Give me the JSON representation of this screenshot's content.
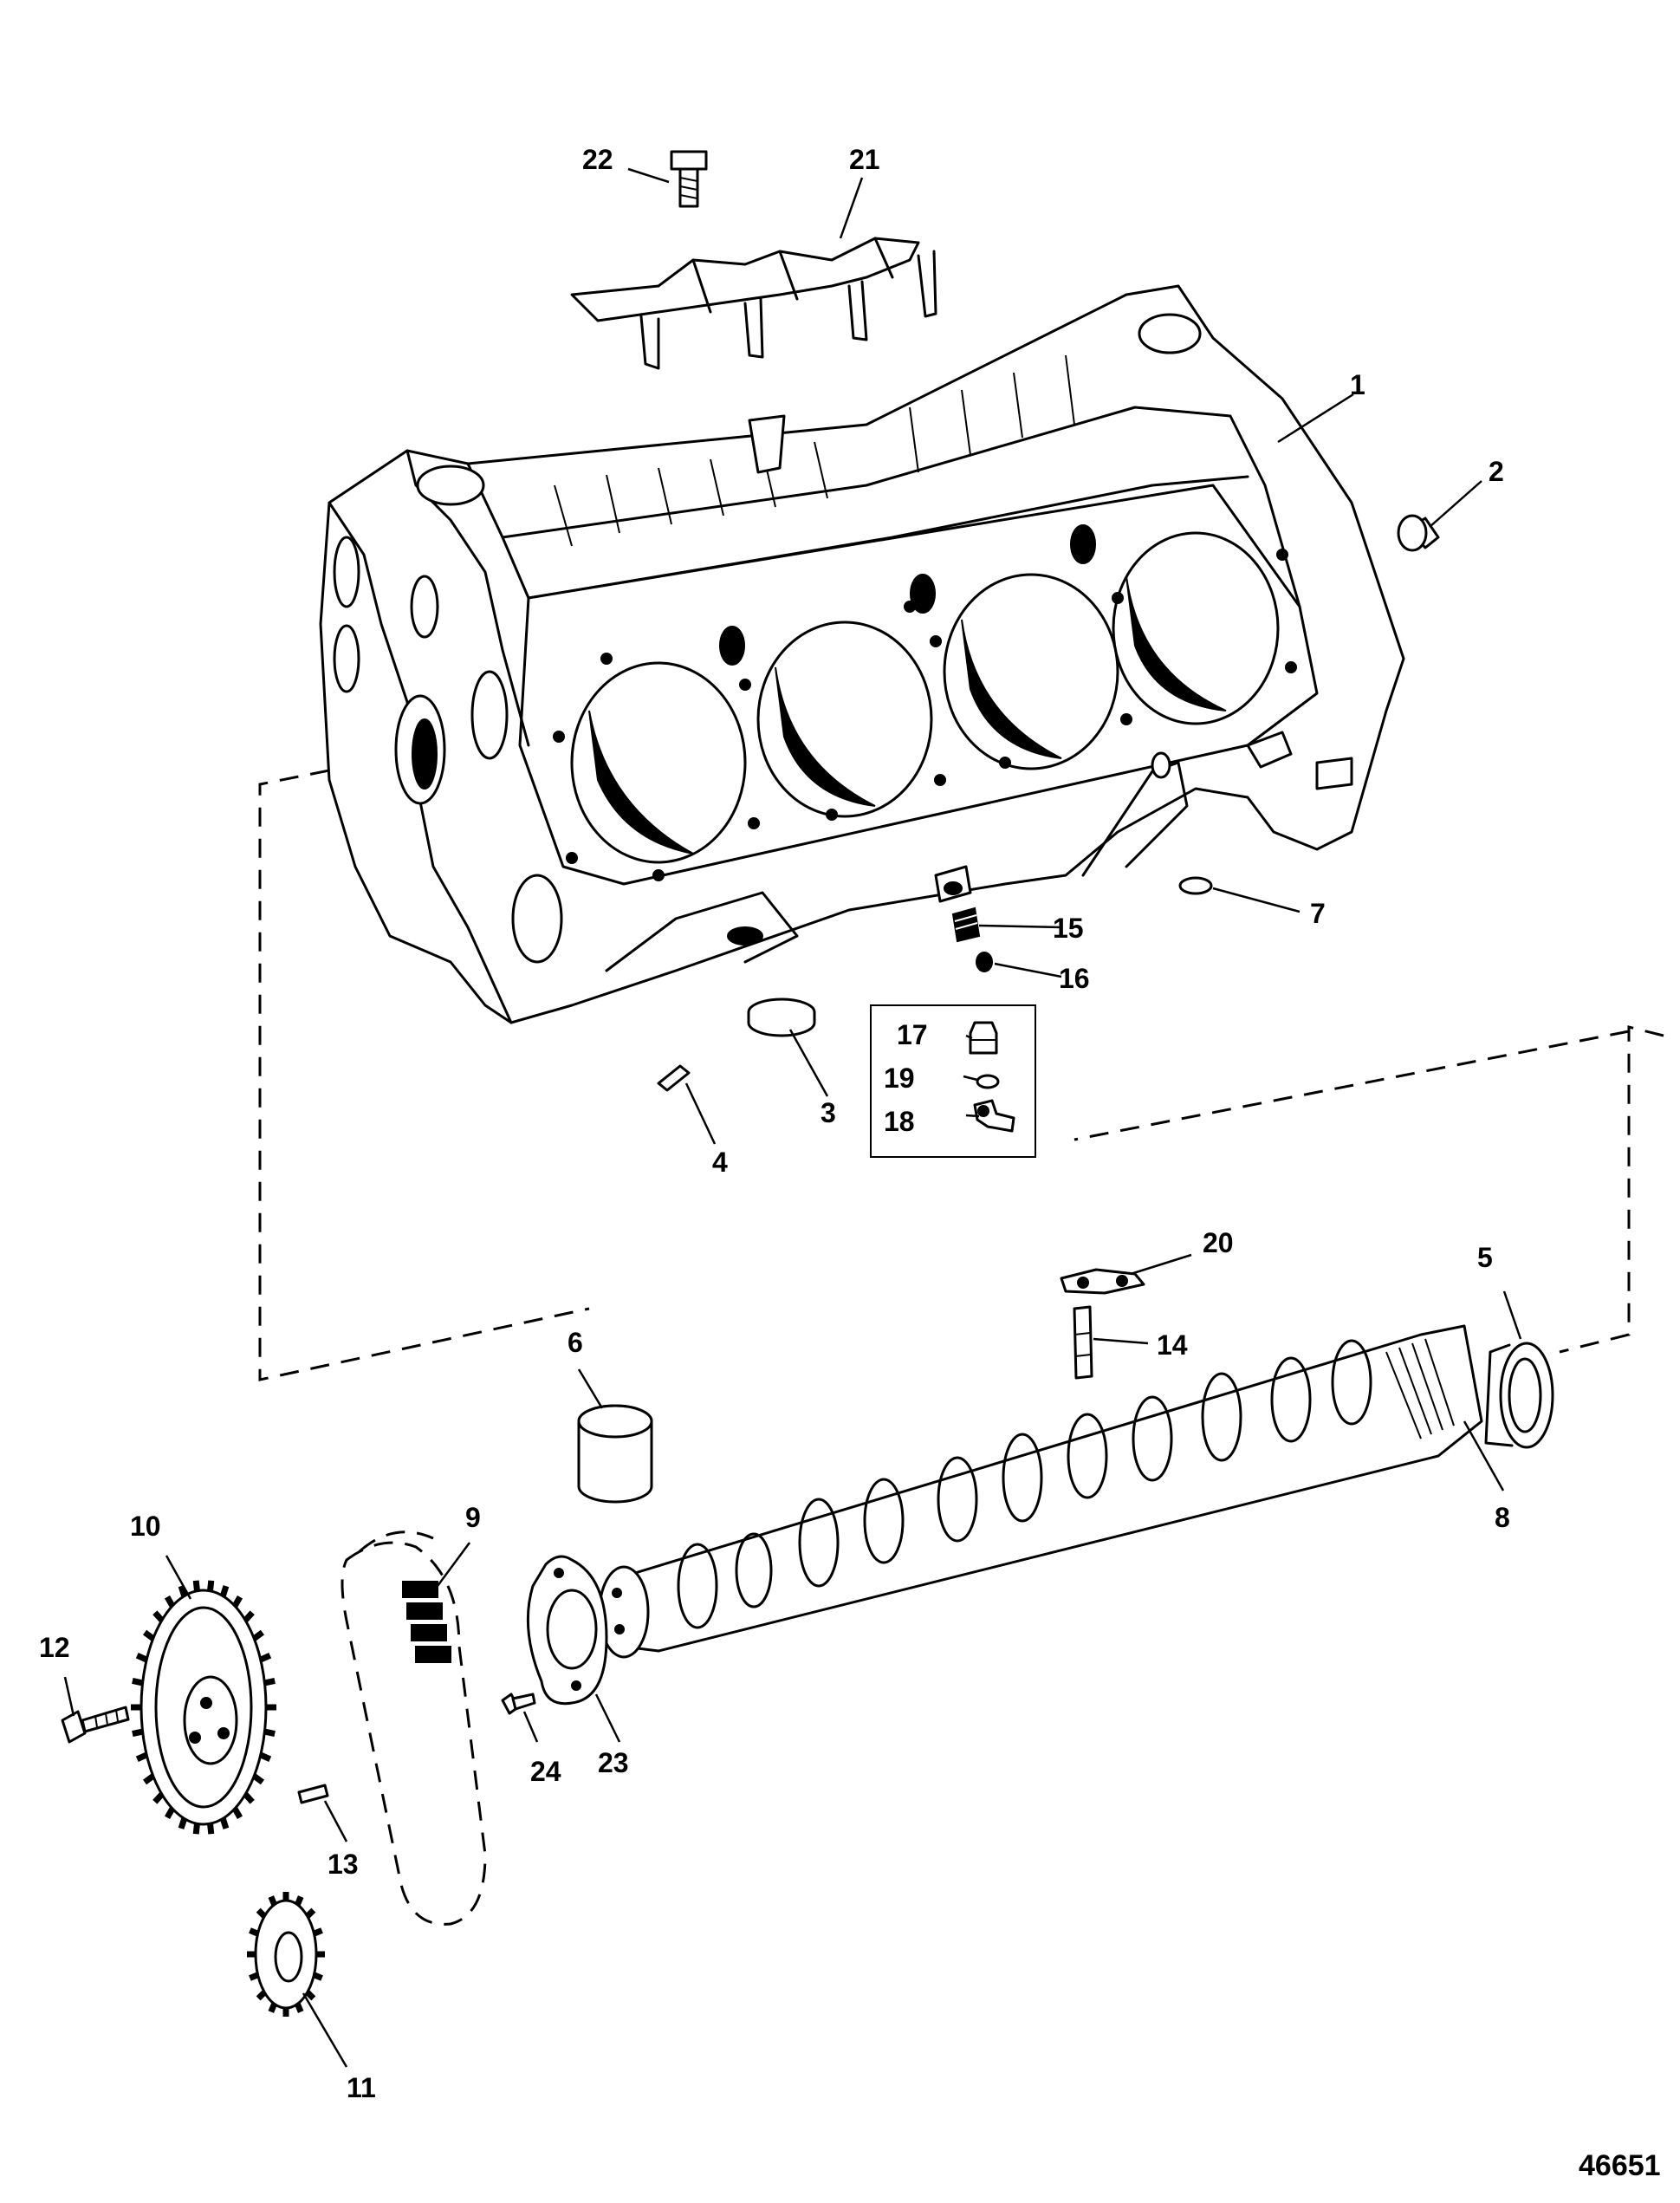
{
  "figure_id": "46651",
  "callouts": [
    {
      "n": "1"
    },
    {
      "n": "2"
    },
    {
      "n": "3"
    },
    {
      "n": "4"
    },
    {
      "n": "5"
    },
    {
      "n": "6"
    },
    {
      "n": "7"
    },
    {
      "n": "8"
    },
    {
      "n": "9"
    },
    {
      "n": "10"
    },
    {
      "n": "11"
    },
    {
      "n": "12"
    },
    {
      "n": "13"
    },
    {
      "n": "14"
    },
    {
      "n": "15"
    },
    {
      "n": "16"
    },
    {
      "n": "17"
    },
    {
      "n": "18"
    },
    {
      "n": "19"
    },
    {
      "n": "20"
    },
    {
      "n": "21"
    },
    {
      "n": "22"
    },
    {
      "n": "23"
    },
    {
      "n": "24"
    }
  ],
  "colors": {
    "ink": "#000000",
    "paper": "#ffffff"
  }
}
